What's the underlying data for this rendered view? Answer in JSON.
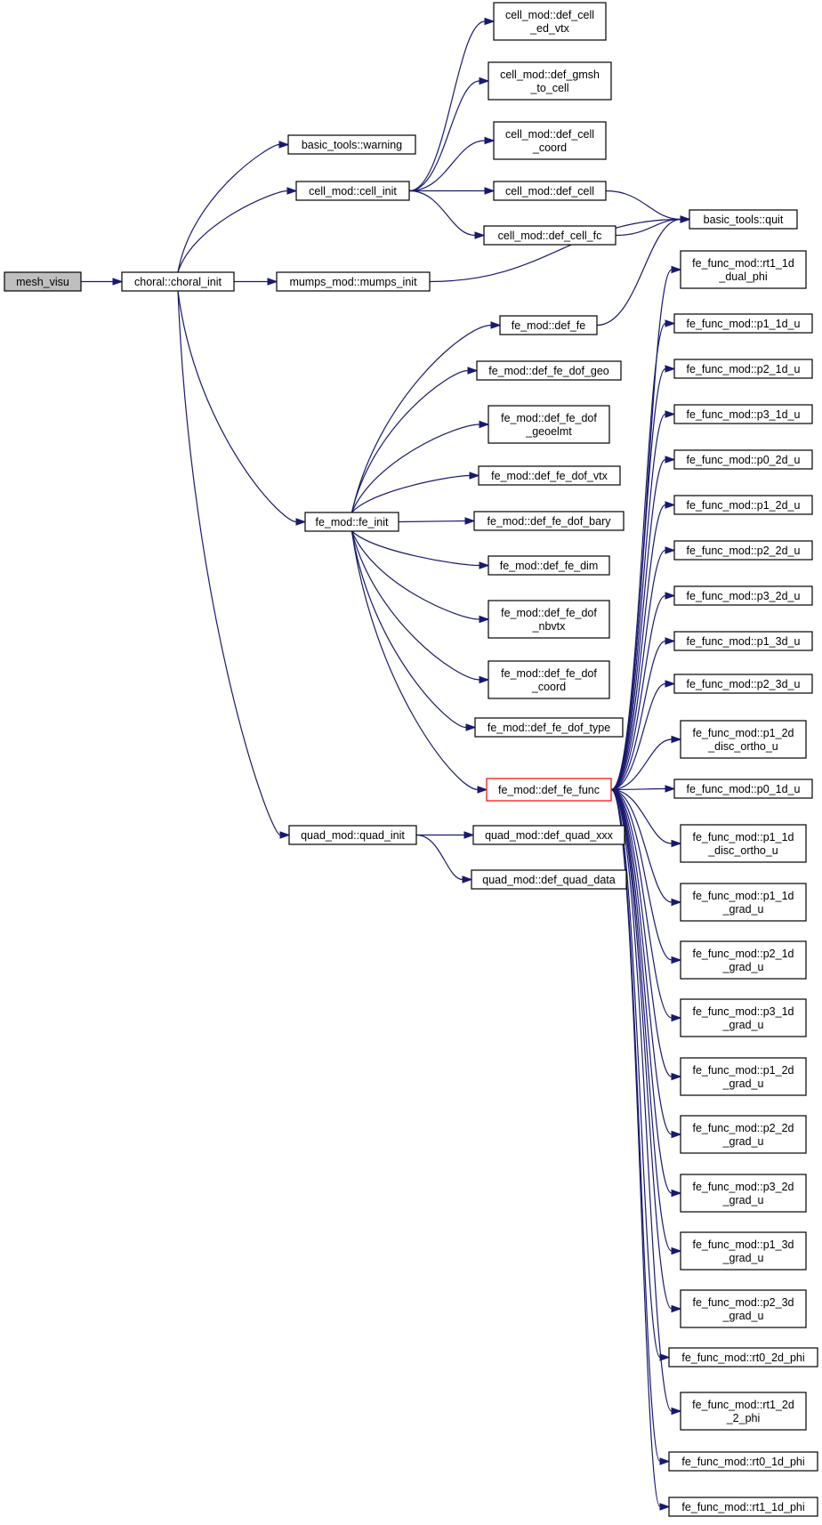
{
  "diagram": {
    "edge_color": "#191970",
    "root_fill": "#bfbfbf",
    "highlight_border": "#ff0000",
    "nodes": [
      {
        "id": "mesh_visu",
        "lines": [
          "mesh_visu"
        ],
        "style": "root"
      },
      {
        "id": "choral_init",
        "lines": [
          "choral::choral_init"
        ]
      },
      {
        "id": "warning",
        "lines": [
          "basic_tools::warning"
        ]
      },
      {
        "id": "cell_init",
        "lines": [
          "cell_mod::cell_init"
        ]
      },
      {
        "id": "mumps_init",
        "lines": [
          "mumps_mod::mumps_init"
        ]
      },
      {
        "id": "fe_init",
        "lines": [
          "fe_mod::fe_init"
        ]
      },
      {
        "id": "quad_init",
        "lines": [
          "quad_mod::quad_init"
        ]
      },
      {
        "id": "def_cell_ed_vtx",
        "lines": [
          "cell_mod::def_cell",
          "_ed_vtx"
        ]
      },
      {
        "id": "def_gmsh_to_cell",
        "lines": [
          "cell_mod::def_gmsh",
          "_to_cell"
        ]
      },
      {
        "id": "def_cell_coord",
        "lines": [
          "cell_mod::def_cell",
          "_coord"
        ]
      },
      {
        "id": "def_cell",
        "lines": [
          "cell_mod::def_cell"
        ]
      },
      {
        "id": "def_cell_fc",
        "lines": [
          "cell_mod::def_cell_fc"
        ]
      },
      {
        "id": "quit",
        "lines": [
          "basic_tools::quit"
        ]
      },
      {
        "id": "def_fe",
        "lines": [
          "fe_mod::def_fe"
        ]
      },
      {
        "id": "def_fe_dof_geo",
        "lines": [
          "fe_mod::def_fe_dof_geo"
        ]
      },
      {
        "id": "def_fe_dof_geoelmt",
        "lines": [
          "fe_mod::def_fe_dof",
          "_geoelmt"
        ]
      },
      {
        "id": "def_fe_dof_vtx",
        "lines": [
          "fe_mod::def_fe_dof_vtx"
        ]
      },
      {
        "id": "def_fe_dof_bary",
        "lines": [
          "fe_mod::def_fe_dof_bary"
        ]
      },
      {
        "id": "def_fe_dim",
        "lines": [
          "fe_mod::def_fe_dim"
        ]
      },
      {
        "id": "def_fe_dof_nbvtx",
        "lines": [
          "fe_mod::def_fe_dof",
          "_nbvtx"
        ]
      },
      {
        "id": "def_fe_dof_coord",
        "lines": [
          "fe_mod::def_fe_dof",
          "_coord"
        ]
      },
      {
        "id": "def_fe_dof_type",
        "lines": [
          "fe_mod::def_fe_dof_type"
        ]
      },
      {
        "id": "def_fe_func",
        "lines": [
          "fe_mod::def_fe_func"
        ],
        "style": "highlight"
      },
      {
        "id": "def_quad_xxx",
        "lines": [
          "quad_mod::def_quad_xxx"
        ]
      },
      {
        "id": "def_quad_data",
        "lines": [
          "quad_mod::def_quad_data"
        ]
      },
      {
        "id": "rt1_1d_dual_phi",
        "lines": [
          "fe_func_mod::rt1_1d",
          "_dual_phi"
        ]
      },
      {
        "id": "p1_1d_u",
        "lines": [
          "fe_func_mod::p1_1d_u"
        ]
      },
      {
        "id": "p2_1d_u",
        "lines": [
          "fe_func_mod::p2_1d_u"
        ]
      },
      {
        "id": "p3_1d_u",
        "lines": [
          "fe_func_mod::p3_1d_u"
        ]
      },
      {
        "id": "p0_2d_u",
        "lines": [
          "fe_func_mod::p0_2d_u"
        ]
      },
      {
        "id": "p1_2d_u",
        "lines": [
          "fe_func_mod::p1_2d_u"
        ]
      },
      {
        "id": "p2_2d_u",
        "lines": [
          "fe_func_mod::p2_2d_u"
        ]
      },
      {
        "id": "p3_2d_u",
        "lines": [
          "fe_func_mod::p3_2d_u"
        ]
      },
      {
        "id": "p1_3d_u",
        "lines": [
          "fe_func_mod::p1_3d_u"
        ]
      },
      {
        "id": "p2_3d_u",
        "lines": [
          "fe_func_mod::p2_3d_u"
        ]
      },
      {
        "id": "p1_2d_disc_ortho_u",
        "lines": [
          "fe_func_mod::p1_2d",
          "_disc_ortho_u"
        ]
      },
      {
        "id": "p0_1d_u",
        "lines": [
          "fe_func_mod::p0_1d_u"
        ]
      },
      {
        "id": "p1_1d_disc_ortho_u",
        "lines": [
          "fe_func_mod::p1_1d",
          "_disc_ortho_u"
        ]
      },
      {
        "id": "p1_1d_grad_u",
        "lines": [
          "fe_func_mod::p1_1d",
          "_grad_u"
        ]
      },
      {
        "id": "p2_1d_grad_u",
        "lines": [
          "fe_func_mod::p2_1d",
          "_grad_u"
        ]
      },
      {
        "id": "p3_1d_grad_u",
        "lines": [
          "fe_func_mod::p3_1d",
          "_grad_u"
        ]
      },
      {
        "id": "p1_2d_grad_u",
        "lines": [
          "fe_func_mod::p1_2d",
          "_grad_u"
        ]
      },
      {
        "id": "p2_2d_grad_u",
        "lines": [
          "fe_func_mod::p2_2d",
          "_grad_u"
        ]
      },
      {
        "id": "p3_2d_grad_u",
        "lines": [
          "fe_func_mod::p3_2d",
          "_grad_u"
        ]
      },
      {
        "id": "p1_3d_grad_u",
        "lines": [
          "fe_func_mod::p1_3d",
          "_grad_u"
        ]
      },
      {
        "id": "p2_3d_grad_u",
        "lines": [
          "fe_func_mod::p2_3d",
          "_grad_u"
        ]
      },
      {
        "id": "rt0_2d_phi",
        "lines": [
          "fe_func_mod::rt0_2d_phi"
        ]
      },
      {
        "id": "rt1_2d_2_phi",
        "lines": [
          "fe_func_mod::rt1_2d",
          "_2_phi"
        ]
      },
      {
        "id": "rt0_1d_phi",
        "lines": [
          "fe_func_mod::rt0_1d_phi"
        ]
      },
      {
        "id": "rt1_1d_phi",
        "lines": [
          "fe_func_mod::rt1_1d_phi"
        ]
      }
    ],
    "edges": [
      [
        "mesh_visu",
        "choral_init"
      ],
      [
        "choral_init",
        "warning"
      ],
      [
        "choral_init",
        "cell_init"
      ],
      [
        "choral_init",
        "mumps_init"
      ],
      [
        "choral_init",
        "fe_init"
      ],
      [
        "choral_init",
        "quad_init"
      ],
      [
        "cell_init",
        "def_cell_ed_vtx"
      ],
      [
        "cell_init",
        "def_gmsh_to_cell"
      ],
      [
        "cell_init",
        "def_cell_coord"
      ],
      [
        "cell_init",
        "def_cell"
      ],
      [
        "cell_init",
        "def_cell_fc"
      ],
      [
        "def_cell",
        "quit"
      ],
      [
        "def_cell_fc",
        "quit"
      ],
      [
        "mumps_init",
        "quit"
      ],
      [
        "def_fe",
        "quit"
      ],
      [
        "fe_init",
        "def_fe"
      ],
      [
        "fe_init",
        "def_fe_dof_geo"
      ],
      [
        "fe_init",
        "def_fe_dof_geoelmt"
      ],
      [
        "fe_init",
        "def_fe_dof_vtx"
      ],
      [
        "fe_init",
        "def_fe_dof_bary"
      ],
      [
        "fe_init",
        "def_fe_dim"
      ],
      [
        "fe_init",
        "def_fe_dof_nbvtx"
      ],
      [
        "fe_init",
        "def_fe_dof_coord"
      ],
      [
        "fe_init",
        "def_fe_dof_type"
      ],
      [
        "fe_init",
        "def_fe_func"
      ],
      [
        "quad_init",
        "def_quad_xxx"
      ],
      [
        "quad_init",
        "def_quad_data"
      ],
      [
        "def_fe_func",
        "rt1_1d_dual_phi"
      ],
      [
        "def_fe_func",
        "p1_1d_u"
      ],
      [
        "def_fe_func",
        "p2_1d_u"
      ],
      [
        "def_fe_func",
        "p3_1d_u"
      ],
      [
        "def_fe_func",
        "p0_2d_u"
      ],
      [
        "def_fe_func",
        "p1_2d_u"
      ],
      [
        "def_fe_func",
        "p2_2d_u"
      ],
      [
        "def_fe_func",
        "p3_2d_u"
      ],
      [
        "def_fe_func",
        "p1_3d_u"
      ],
      [
        "def_fe_func",
        "p2_3d_u"
      ],
      [
        "def_fe_func",
        "p1_2d_disc_ortho_u"
      ],
      [
        "def_fe_func",
        "p0_1d_u"
      ],
      [
        "def_fe_func",
        "p1_1d_disc_ortho_u"
      ],
      [
        "def_fe_func",
        "p1_1d_grad_u"
      ],
      [
        "def_fe_func",
        "p2_1d_grad_u"
      ],
      [
        "def_fe_func",
        "p3_1d_grad_u"
      ],
      [
        "def_fe_func",
        "p1_2d_grad_u"
      ],
      [
        "def_fe_func",
        "p2_2d_grad_u"
      ],
      [
        "def_fe_func",
        "p3_2d_grad_u"
      ],
      [
        "def_fe_func",
        "p1_3d_grad_u"
      ],
      [
        "def_fe_func",
        "p2_3d_grad_u"
      ],
      [
        "def_fe_func",
        "rt0_2d_phi"
      ],
      [
        "def_fe_func",
        "rt1_2d_2_phi"
      ],
      [
        "def_fe_func",
        "rt0_1d_phi"
      ],
      [
        "def_fe_func",
        "rt1_1d_phi"
      ]
    ]
  }
}
